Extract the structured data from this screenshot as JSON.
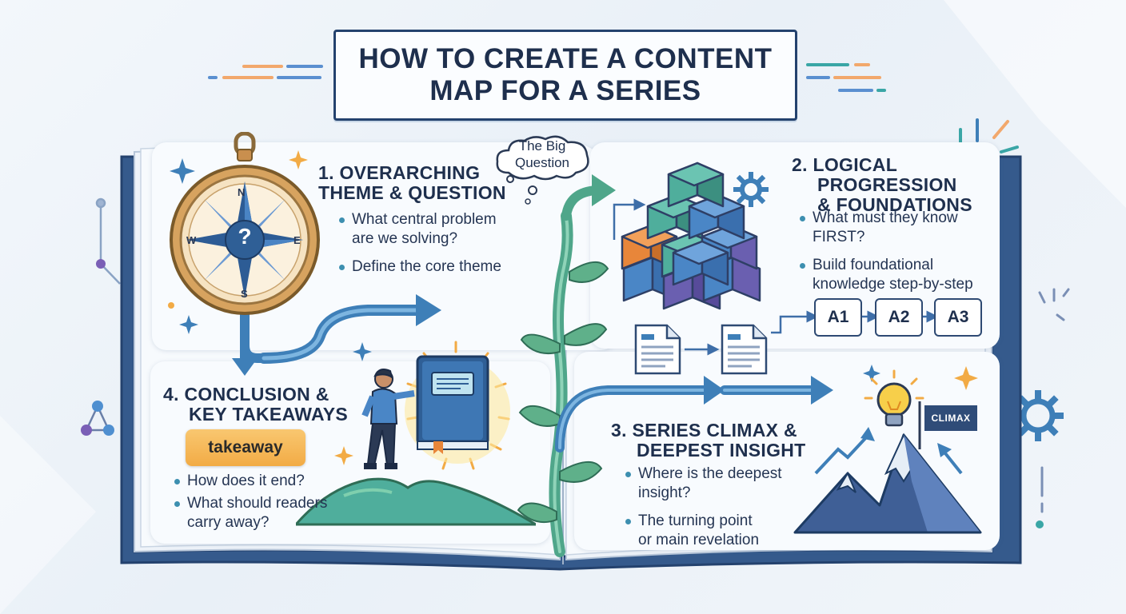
{
  "title": {
    "line1": "HOW TO CREATE A CONTENT",
    "line2": "MAP FOR A SERIES"
  },
  "big_question": {
    "line1": "The Big",
    "line2": "Question"
  },
  "sections": {
    "theme": {
      "title_line1": "1. OVERARCHING",
      "title_line2": "THEME & QUESTION",
      "bullets": [
        {
          "line1": "What central problem",
          "line2": "are we solving?"
        },
        {
          "line1": "Define the core theme",
          "line2": ""
        }
      ]
    },
    "progression": {
      "title_line1": "2. LOGICAL",
      "title_line2": "PROGRESSION",
      "title_line3": "& FOUNDATIONS",
      "bullets": [
        {
          "line1": "What must they know",
          "line2": "FIRST?"
        },
        {
          "line1": "Build foundational",
          "line2": "knowledge step-by-step"
        }
      ],
      "steps": [
        "A1",
        "A2",
        "A3"
      ]
    },
    "climax": {
      "title_line1": "3. SERIES CLIMAX &",
      "title_line2": "DEEPEST INSIGHT",
      "bullets": [
        {
          "line1": "Where is the deepest",
          "line2": "insight?"
        },
        {
          "line1": "The turning point",
          "line2": "or main revelation"
        }
      ],
      "flag_label": "CLIMAX"
    },
    "conclusion": {
      "title_line1": "4. CONCLUSION &",
      "title_line2": "KEY TAKEAWAYS",
      "badge": "takeaway",
      "bullets": [
        {
          "line1": "How does it end?",
          "line2": ""
        },
        {
          "line1": "What should readers",
          "line2": "carry away?"
        }
      ]
    }
  },
  "compass_letters": {
    "n": "N",
    "e": "E",
    "s": "S",
    "w": "W",
    "center": "?"
  },
  "colors": {
    "navy": "#24426e",
    "teal": "#3aa6a6",
    "green_arrow": "#5cb39a",
    "blue_arrow": "#3e7fb8",
    "orange": "#f2ab45",
    "mountain": "#3f5f96",
    "bulb": "#f7cf4a",
    "cube_teal": "#4fae9c",
    "cube_blue": "#4a86c6",
    "cube_purple": "#6a5fb0",
    "cube_orange": "#e8863a"
  },
  "icons": [
    "compass-icon",
    "cube-stack-icon",
    "gear-icon",
    "document-icon",
    "lightbulb-icon",
    "mountain-icon",
    "flag-icon",
    "book-icon",
    "person-icon",
    "sparkle-icon",
    "node-graph-icon",
    "plant-icon"
  ]
}
